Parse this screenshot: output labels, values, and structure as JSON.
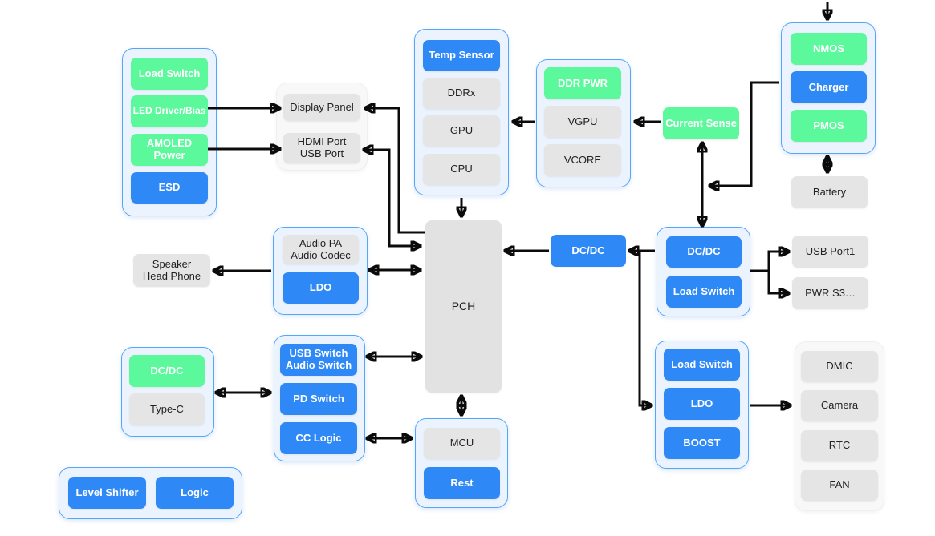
{
  "diagram_title": "",
  "colors": {
    "block_green": "#5BF99B",
    "block_blue": "#2E89F7",
    "block_gray": "#E5E5E5",
    "group_fill": "#EBF4FE",
    "group_border": "#57A6F6",
    "gray_group_fill": "#F8F8F8",
    "arrow": "#0B0B0B"
  },
  "blocks": {
    "load_switch_tl": "Load Switch",
    "led_driver_bias": "LED Driver/Bias",
    "amoled_power": "AMOLED Power",
    "esd": "ESD",
    "display_panel": "Display Panel",
    "hdmi_usb": "HDMI Port\nUSB Port",
    "temp_sensor": "Temp Sensor",
    "ddrx": "DDRx",
    "gpu": "GPU",
    "cpu": "CPU",
    "ddr_pwr": "DDR PWR",
    "vgpu": "VGPU",
    "vcore": "VCORE",
    "current_sense": "Current Sense",
    "nmos": "NMOS",
    "charger": "Charger",
    "pmos": "PMOS",
    "battery": "Battery",
    "pch": "PCH",
    "audio_pa": "Audio PA\nAudio Codec",
    "ldo_audio": "LDO",
    "speaker": "Speaker\nHead Phone",
    "dcdc_mid": "DC/DC",
    "dcdc_right": "DC/DC",
    "load_switch_right": "Load Switch",
    "usb_port1": "USB Port1",
    "pwr_s3": "PWR S3…",
    "dcdc_typec": "DC/DC",
    "type_c": "Type-C",
    "usb_audio_switch": "USB Switch\nAudio Switch",
    "pd_switch": "PD Switch",
    "cc_logic": "CC Logic",
    "mcu": "MCU",
    "rest": "Rest",
    "load_switch_br": "Load Switch",
    "ldo_br": "LDO",
    "boost": "BOOST",
    "dmic": "DMIC",
    "camera": "Camera",
    "rtc": "RTC",
    "fan": "FAN",
    "level_shifter": "Level Shifter",
    "logic": "Logic"
  },
  "connections": [
    {
      "from": "led_driver_bias",
      "to": "display_panel",
      "dir": "one-way"
    },
    {
      "from": "amoled_power",
      "to": "hdmi_usb",
      "dir": "one-way"
    },
    {
      "from": "pch",
      "to": "display_panel",
      "dir": "one-way"
    },
    {
      "from": "pch",
      "to": "hdmi_usb",
      "dir": "one-way"
    },
    {
      "from": "soc_group",
      "to": "pch",
      "dir": "one-way"
    },
    {
      "from": "ddr_pwr_group",
      "to": "soc_group",
      "dir": "one-way"
    },
    {
      "from": "current_sense",
      "to": "vgpu",
      "dir": "one-way"
    },
    {
      "from": "current_sense",
      "to": "dcdc_group_right",
      "dir": "two-way"
    },
    {
      "from": "charger",
      "to": "dcdc_group_right",
      "dir": "one-way"
    },
    {
      "from": "external_top",
      "to": "charger_group",
      "dir": "one-way"
    },
    {
      "from": "charger_group",
      "to": "battery",
      "dir": "two-way"
    },
    {
      "from": "dcdc_mid",
      "to": "pch",
      "dir": "one-way"
    },
    {
      "from": "dcdc_group_right",
      "to": "dcdc_mid",
      "dir": "one-way"
    },
    {
      "from": "dcdc_group_right",
      "to": "ldo_group",
      "dir": "one-way"
    },
    {
      "from": "dcdc_group_right",
      "to": "usb_port1",
      "dir": "one-way"
    },
    {
      "from": "dcdc_group_right",
      "to": "pwr_s3",
      "dir": "one-way"
    },
    {
      "from": "audio_group",
      "to": "pch",
      "dir": "two-way"
    },
    {
      "from": "audio_group",
      "to": "speaker",
      "dir": "one-way"
    },
    {
      "from": "typec_group",
      "to": "usb_switch_group",
      "dir": "two-way"
    },
    {
      "from": "usb_switch_group",
      "to": "pch",
      "dir": "two-way"
    },
    {
      "from": "usb_switch_group",
      "to": "mcu_group",
      "dir": "two-way"
    },
    {
      "from": "pch",
      "to": "mcu_group",
      "dir": "two-way"
    },
    {
      "from": "ldo_group",
      "to": "peripheral_group",
      "dir": "one-way"
    }
  ]
}
